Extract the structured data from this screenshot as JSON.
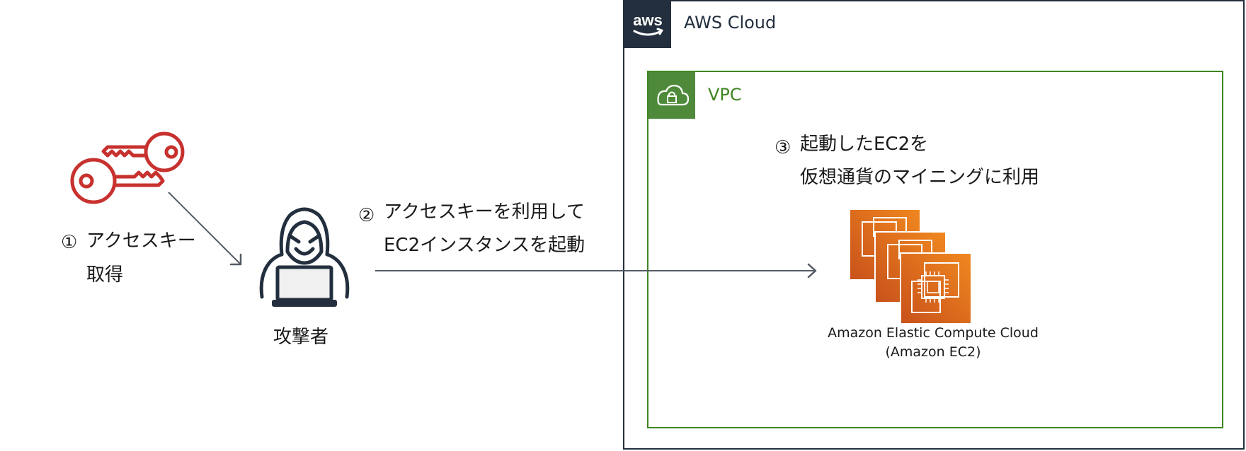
{
  "aws_cloud": {
    "label": "AWS Cloud",
    "logo_text": "aws"
  },
  "vpc": {
    "label": "VPC"
  },
  "steps": [
    {
      "number": "①",
      "lines": [
        "アクセスキー",
        "取得"
      ]
    },
    {
      "number": "②",
      "lines": [
        "アクセスキーを利用して",
        "EC2インスタンスを起動"
      ]
    },
    {
      "number": "③",
      "lines": [
        "起動したEC2を",
        "仮想通貨のマイニングに利用"
      ]
    }
  ],
  "attacker": {
    "label": "攻撃者"
  },
  "ec2": {
    "label_line1": "Amazon Elastic Compute Cloud",
    "label_line2": "(Amazon EC2)"
  },
  "colors": {
    "aws_dark": "#232f3e",
    "vpc_green": "#3f8624",
    "key_red": "#c7312e",
    "ec2_orange": "#e0731f",
    "arrow_gray": "#545b64"
  }
}
